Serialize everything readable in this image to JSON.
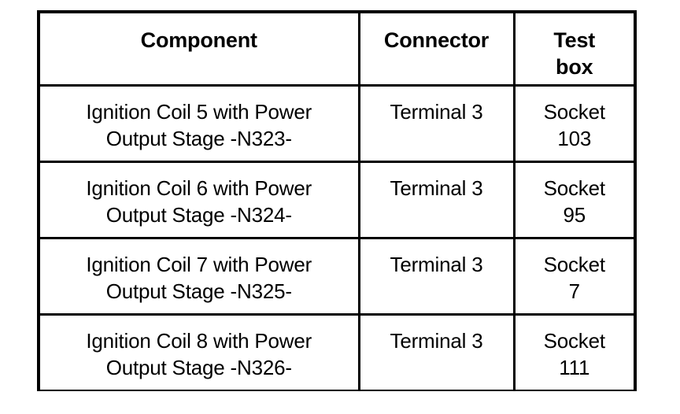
{
  "table": {
    "columns": [
      {
        "key": "component",
        "label": "Component"
      },
      {
        "key": "connector",
        "label": "Connector"
      },
      {
        "key": "testbox",
        "label_line1": "Test",
        "label_line2": "box"
      }
    ],
    "rows": [
      {
        "component_line1": "Ignition Coil 5 with Power",
        "component_line2": "Output Stage -N323-",
        "connector": "Terminal 3",
        "testbox_line1": "Socket",
        "testbox_line2": "103"
      },
      {
        "component_line1": "Ignition Coil 6 with Power",
        "component_line2": "Output Stage -N324-",
        "connector": "Terminal 3",
        "testbox_line1": "Socket",
        "testbox_line2": "95"
      },
      {
        "component_line1": "Ignition Coil 7 with Power",
        "component_line2": "Output Stage -N325-",
        "connector": "Terminal 3",
        "testbox_line1": "Socket",
        "testbox_line2": "7"
      },
      {
        "component_line1": "Ignition Coil 8 with Power",
        "component_line2": "Output Stage -N326-",
        "connector": "Terminal 3",
        "testbox_line1": "Socket",
        "testbox_line2": "111"
      }
    ]
  },
  "colors": {
    "background": "#ffffff",
    "text": "#000000",
    "border": "#000000"
  }
}
